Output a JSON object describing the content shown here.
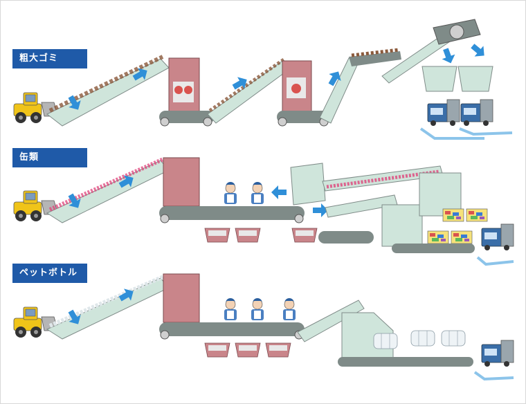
{
  "sections": [
    {
      "label": "粗大ゴミ"
    },
    {
      "label": "缶類"
    },
    {
      "label": "ペットボトル"
    }
  ],
  "colors": {
    "label_bg": "#1f5aa8",
    "conveyor_face": "#cfe5db",
    "conveyor_dark": "#7f8b88",
    "hopper_red": "#c9858a",
    "arrow_blue": "#2f8fd8",
    "output_arrow": "#8cc4ea",
    "truck_blue": "#3a6ea8",
    "loader_yellow": "#f0c419"
  },
  "icons": [
    "wheel-loader-icon",
    "worker-icon",
    "truck-icon",
    "bale-icon",
    "flow-arrow-icon"
  ]
}
